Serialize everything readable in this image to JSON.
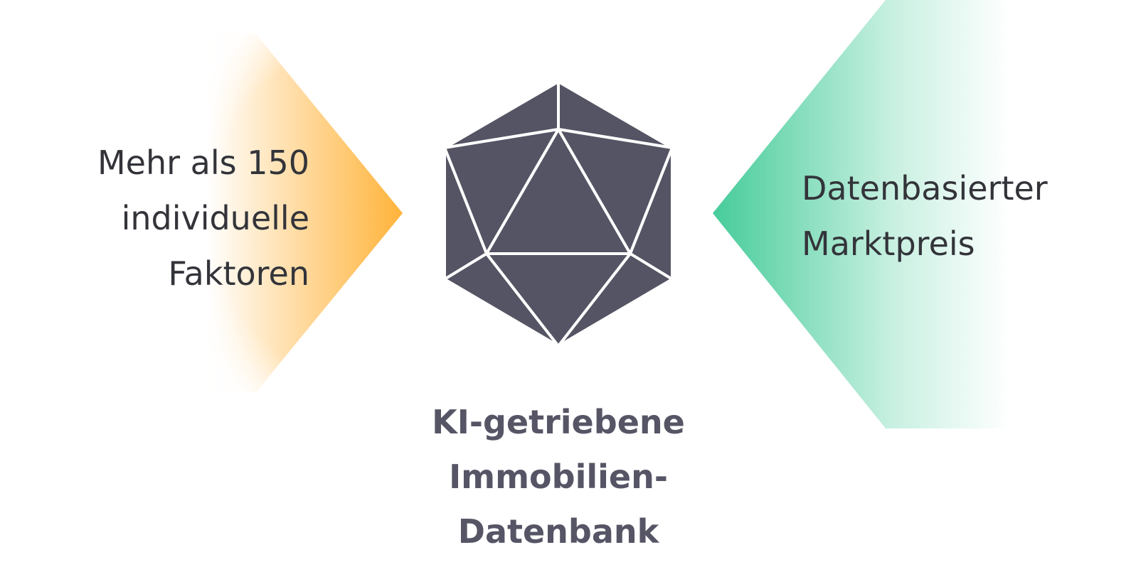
{
  "left_label": {
    "lines": [
      "Mehr als 150",
      "individuelle",
      "Faktoren"
    ],
    "accent_color": "#ffb33a"
  },
  "right_label": {
    "lines": [
      "Datenbasierter",
      "Marktpreis"
    ],
    "accent_color": "#46cc9a"
  },
  "center": {
    "title_lines": [
      "KI-getriebene",
      "Immobilien-",
      "Datenbank"
    ],
    "icon": "icosahedron-icon",
    "color": "#555464"
  }
}
